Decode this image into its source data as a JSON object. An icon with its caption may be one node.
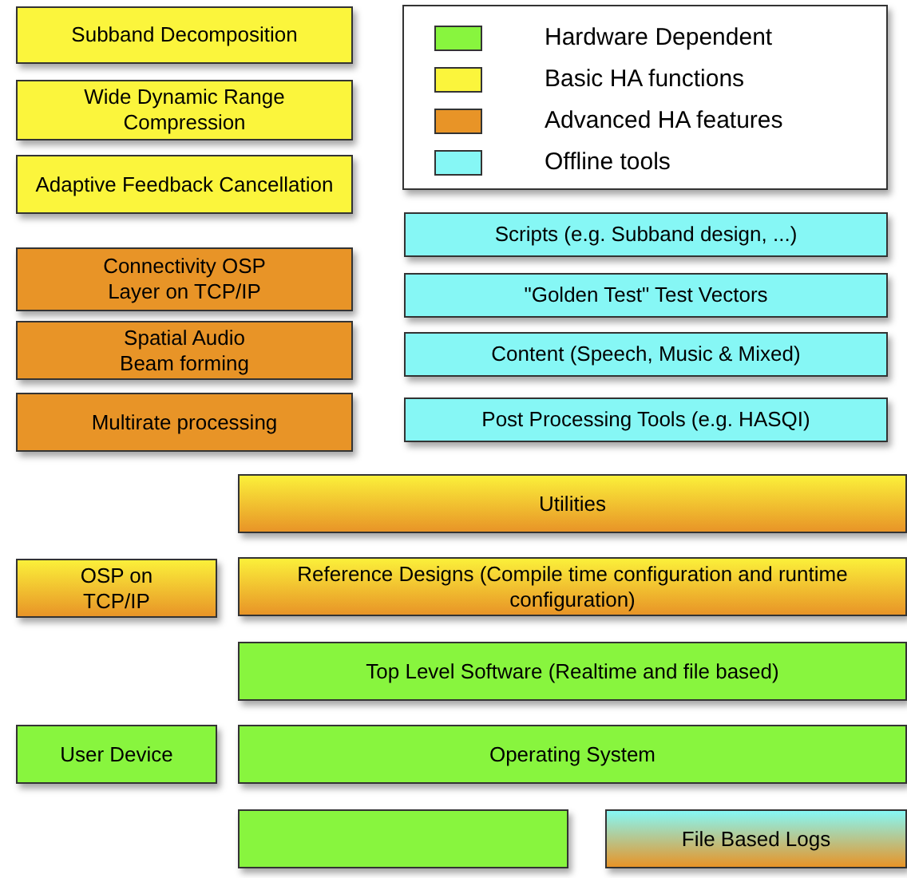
{
  "diagram": {
    "nodes": [
      {
        "text": [
          "Subband Decomposition"
        ]
      },
      {
        "text": [
          "Wide Dynamic Range Compression"
        ]
      },
      {
        "text": [
          "Adaptive Feedback Cancellation"
        ]
      },
      {
        "text": [
          "Connectivity OSP Layer on TCP/IP"
        ]
      },
      {
        "text": [
          "Spatial Audio Beam forming"
        ]
      },
      {
        "text": [
          "Multirate processing"
        ]
      },
      {
        "text": [
          "Scripts (e.g. Subband design, ...)"
        ]
      },
      {
        "text": [
          "\"Golden Test\" Test Vectors"
        ]
      },
      {
        "text": [
          "Content (Speech, Music & Mixed)"
        ]
      },
      {
        "text": [
          "Post Processing Tools (e.g. HASQI)"
        ]
      },
      {
        "text": [
          "Utilities"
        ]
      },
      {
        "text": [
          "OSP on TCP/IP"
        ]
      },
      {
        "text": [
          "Reference Designs (Compile time configuration and runtime configuration)"
        ]
      },
      {
        "text": [
          "Top Level Software (Realtime and file based)"
        ]
      },
      {
        "text": [
          "User Device"
        ]
      },
      {
        "text": [
          "Operating System"
        ]
      },
      {
        "text": [],
        "shape": "box"
      },
      {
        "text": [
          "File Based Logs"
        ]
      }
    ],
    "legend": [
      {
        "text": "Hardware Dependent",
        "color": "#88f53e"
      },
      {
        "text": "Basic HA functions",
        "color": "#fbf53c"
      },
      {
        "text": "Advanced HA features",
        "color": "#e89427"
      },
      {
        "text": "Offline tools",
        "color": "#86f7f5"
      }
    ]
  }
}
